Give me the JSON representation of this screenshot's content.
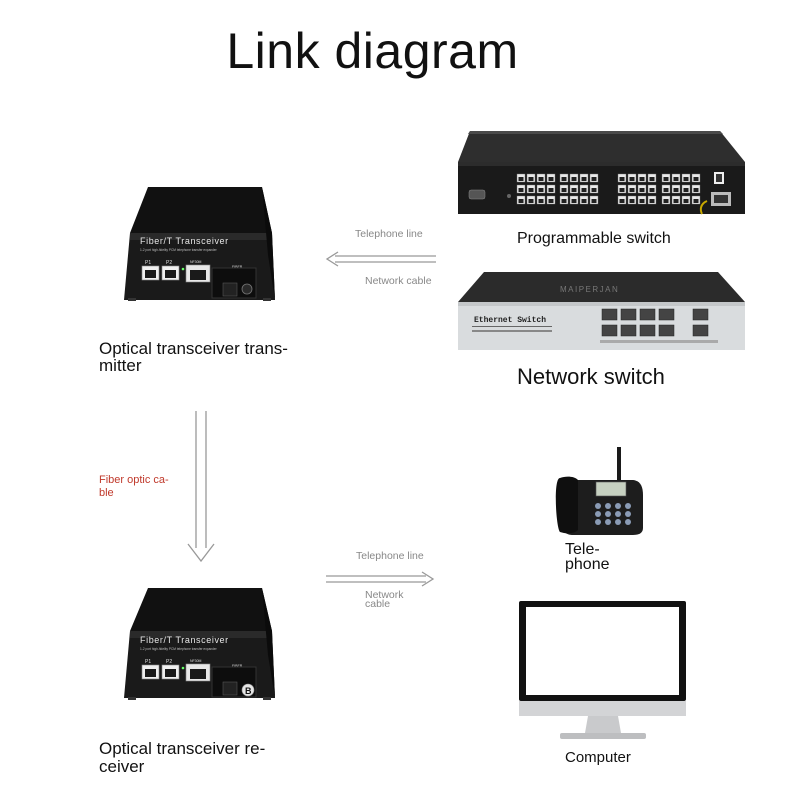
{
  "title": "Link diagram",
  "devices": {
    "transmitter": {
      "label_line1": "Optical transceiver trans-",
      "label_line2": "mitter",
      "panel_text": "Fiber/T Transceiver",
      "panel_subtext": "1-2 port high-fidelity PCM telephone transfer expander",
      "port_labels": [
        "P1",
        "P2",
        "NF30M",
        "FIBER"
      ]
    },
    "receiver": {
      "label_line1": "Optical transceiver re-",
      "label_line2": "ceiver",
      "panel_text": "Fiber/T Transceiver",
      "panel_subtext": "1-2 port high-fidelity PCM telephone transfer expander",
      "port_labels": [
        "P1",
        "P2",
        "NF30M",
        "FIBER"
      ],
      "badge": "B"
    },
    "programmable_switch": {
      "label": "Programmable switch"
    },
    "network_switch": {
      "label": "Network switch",
      "panel_text": "Ethernet Switch",
      "brand": "MAIPERJAN"
    },
    "telephone": {
      "label_line1": "Tele-",
      "label_line2": "phone"
    },
    "computer": {
      "label": "Computer"
    }
  },
  "connections": {
    "top": {
      "line1": "Telephone line",
      "line2": "Network cable"
    },
    "fiber": {
      "line1": "Fiber optic ca-",
      "line2": "ble"
    },
    "bottom": {
      "line1": "Telephone line",
      "line2_a": "Network",
      "line2_b": "cable"
    }
  },
  "colors": {
    "arrow": "#999999",
    "fiber_label": "#c0392b",
    "device_body": "#1c1c1c",
    "switch_panel": "#d9dcde"
  }
}
